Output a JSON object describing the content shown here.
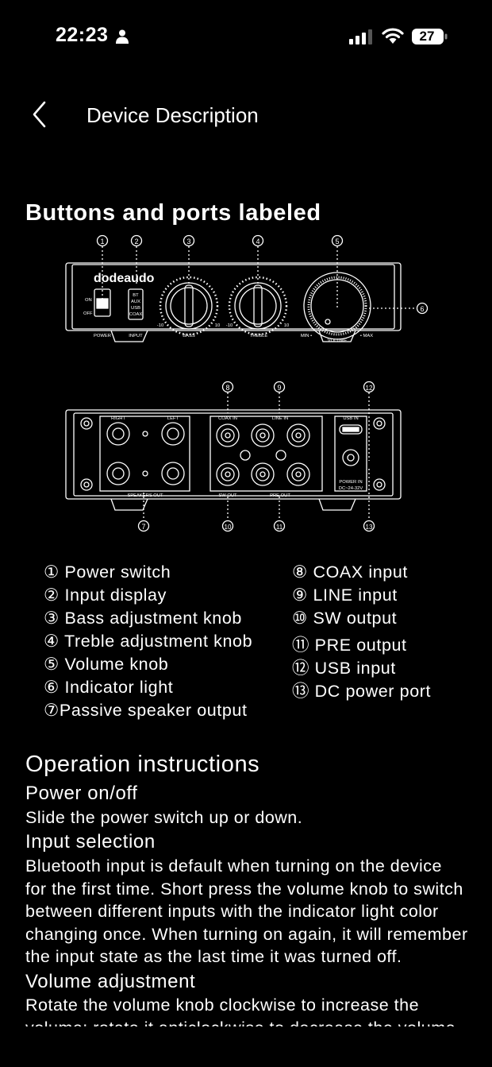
{
  "status_bar": {
    "time": "22:23",
    "battery": "27"
  },
  "nav": {
    "title": "Device Description"
  },
  "section1": {
    "heading": "Buttons and ports labeled"
  },
  "diagram": {
    "brand": "dodeaudo",
    "numbers": [
      "①",
      "②",
      "③",
      "④",
      "⑤",
      "⑥",
      "⑦",
      "⑧",
      "⑨",
      "⑩",
      "⑪",
      "⑫",
      "⑬"
    ],
    "front": {
      "on": "ON",
      "off": "OFF",
      "power": "POWER",
      "input": "INPUT",
      "inputs": [
        "BT",
        "AUX",
        "USB",
        "COAX"
      ],
      "bass": "BASS",
      "treble": "TREBLE",
      "volume": "VOLUME",
      "min": "MIN •",
      "max": "• MAX",
      "m10": "-10",
      "p10": "10"
    },
    "back": {
      "right": "RIGHT",
      "left": "LEFT",
      "speakers_out": "SPEAKERS OUT",
      "coax_in": "COAX IN",
      "line_in": "LINE IN",
      "sw_out": "SW OUT",
      "pre_out": "PRE OUT",
      "usb_in": "USB IN",
      "power_in": "POWER IN",
      "dc": "DC~24-32V"
    }
  },
  "labels_left": [
    "① Power switch",
    "② Input display",
    "③ Bass adjustment knob",
    "④ Treble adjustment knob",
    "⑤ Volume knob",
    "⑥ Indicator light",
    "⑦Passive speaker output"
  ],
  "labels_right": [
    "⑧ COAX input",
    "⑨ LINE input",
    "⑩ SW output",
    "⑪ PRE output",
    "⑫ USB input",
    "⑬ DC power port"
  ],
  "section2": {
    "heading": "Operation instructions",
    "power_heading": "Power on/off",
    "power_text": "Slide the power switch up or down.",
    "input_heading": "Input selection",
    "input_lines": [
      "Bluetooth input is default when turning on the device",
      "for the first time. Short press the volume knob to switch",
      "between different inputs with the indicator light color",
      "changing once. When turning on again, it will remember",
      "the input state as the last time it was turned off."
    ],
    "volume_heading": "Volume adjustment",
    "volume_lines": [
      "Rotate the volume knob clockwise to increase the",
      "volume; rotate it anticlockwise to decrease the volume"
    ]
  }
}
